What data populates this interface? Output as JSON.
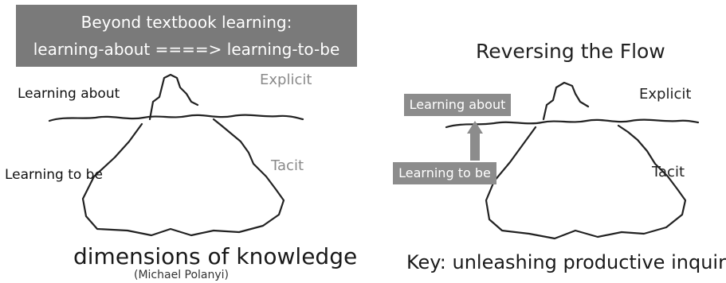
{
  "left_panel": {
    "banner": {
      "line1": "Beyond textbook learning:",
      "line2": "learning-about ====> learning-to-be"
    },
    "learning_about_label": "Learning about",
    "explicit_label": "Explicit",
    "learning_to_be_label": "Learning to be",
    "tacit_label": "Tacit",
    "caption": "dimensions of knowledge",
    "attribution": "(Michael Polanyi)"
  },
  "right_panel": {
    "title": "Reversing the Flow",
    "learning_about_box": "Learning about",
    "learning_to_be_box": "Learning to be",
    "explicit_label": "Explicit",
    "tacit_label": "Tacit",
    "key_caption": "Key: unleashing productive inquiry"
  },
  "colors": {
    "banner_bg": "#7a7a7a",
    "box_bg": "#8c8c8c",
    "label_grey": "#8a8a8a",
    "ink": "#1a1a1a"
  },
  "icons": [
    "iceberg-icon",
    "up-arrow-icon"
  ]
}
